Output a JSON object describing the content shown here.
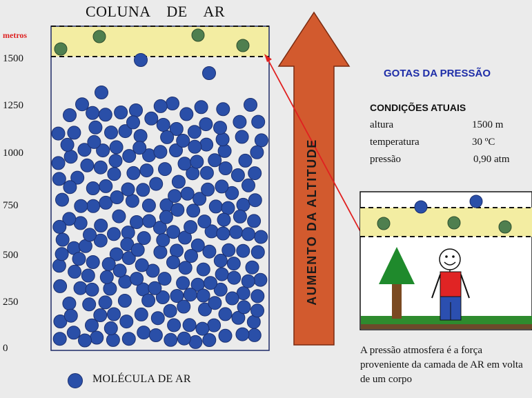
{
  "title": "COLUNA    DE    AR",
  "axis": {
    "unit_label": "metros",
    "ticks": [
      "0",
      "250",
      "500",
      "750",
      "1000",
      "1250",
      "1500"
    ]
  },
  "arrow": {
    "label": "AUMENTO DA ALTITUDE",
    "color": "#d25a2e"
  },
  "panel": {
    "title": "GOTAS DA PRESSÃO",
    "conditions_title": "CONDIÇÕES ATUAIS",
    "conditions": [
      {
        "label": "altura",
        "value": "1500 m"
      },
      {
        "label": "temperatura",
        "value": "30 ºC"
      },
      {
        "label": "pressão",
        "value": "0,90 atm"
      }
    ]
  },
  "caption": "A pressão atmosfera é a força proveniente da camada de AR em volta de um corpo",
  "legend": {
    "label": "MOLÉCULA DE AR"
  },
  "colors": {
    "molecule_blue": "#2a4fa8",
    "molecule_green": "#4f7f4f",
    "band_yellow": "#f3eda2",
    "pointer_red": "#e02020",
    "ground_green": "#2e8b2e",
    "tree_green": "#1f8a2c",
    "shirt_red": "#e02424",
    "pants_blue": "#2b4fb0"
  }
}
